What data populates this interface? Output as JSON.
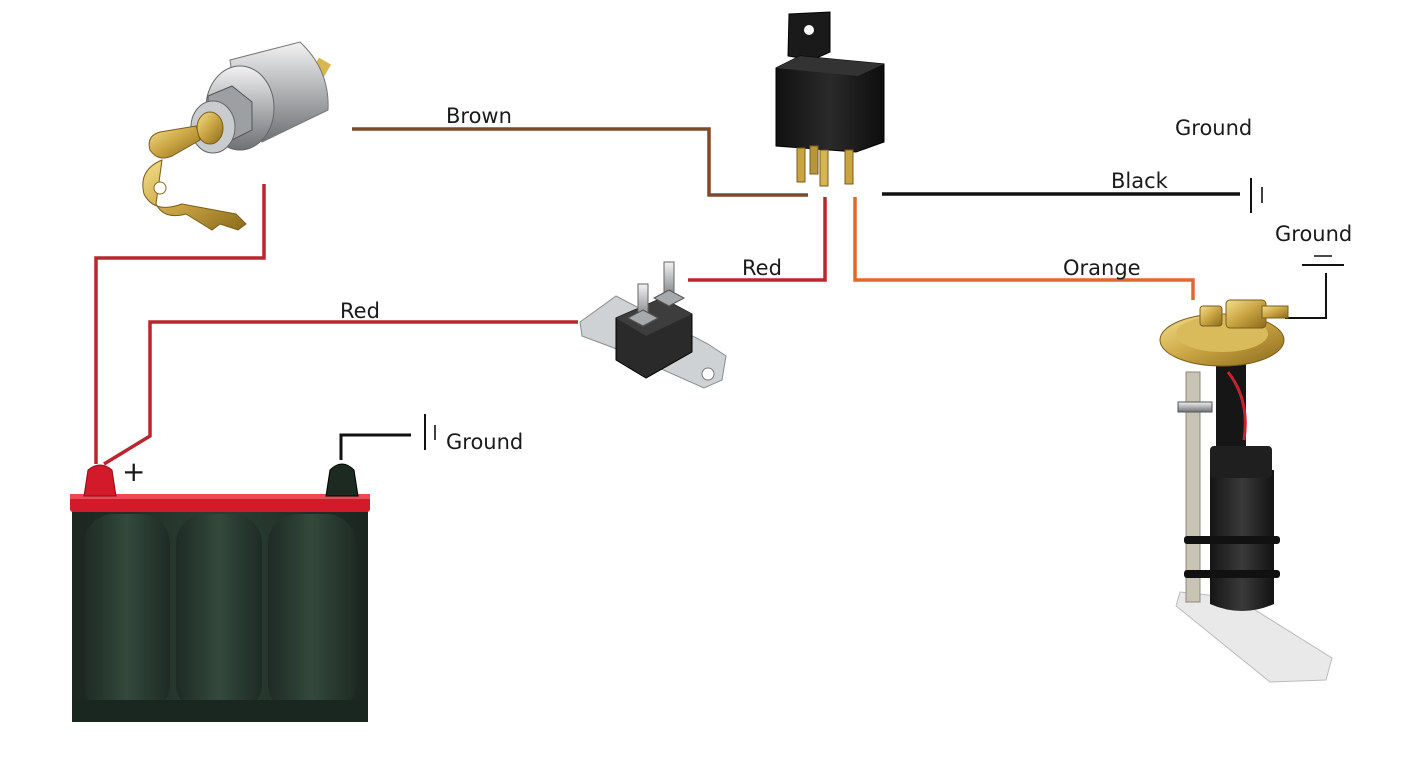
{
  "wires": {
    "brown": "Brown",
    "black": "Black",
    "orange": "Orange",
    "red_relay": "Red",
    "red_battery": "Red"
  },
  "grounds": {
    "top": "Ground",
    "pump": "Ground",
    "battery": "Ground"
  },
  "battery": {
    "plus": "+"
  },
  "colors": {
    "brown": "#7a4a2a",
    "red": "#b8262e",
    "orange": "#e2672a",
    "black": "#111111",
    "battery_body": "#25352c",
    "battery_red": "#d21a2a"
  },
  "components": [
    "ignition-switch",
    "relay",
    "circuit-breaker",
    "battery",
    "fuel-pump"
  ]
}
